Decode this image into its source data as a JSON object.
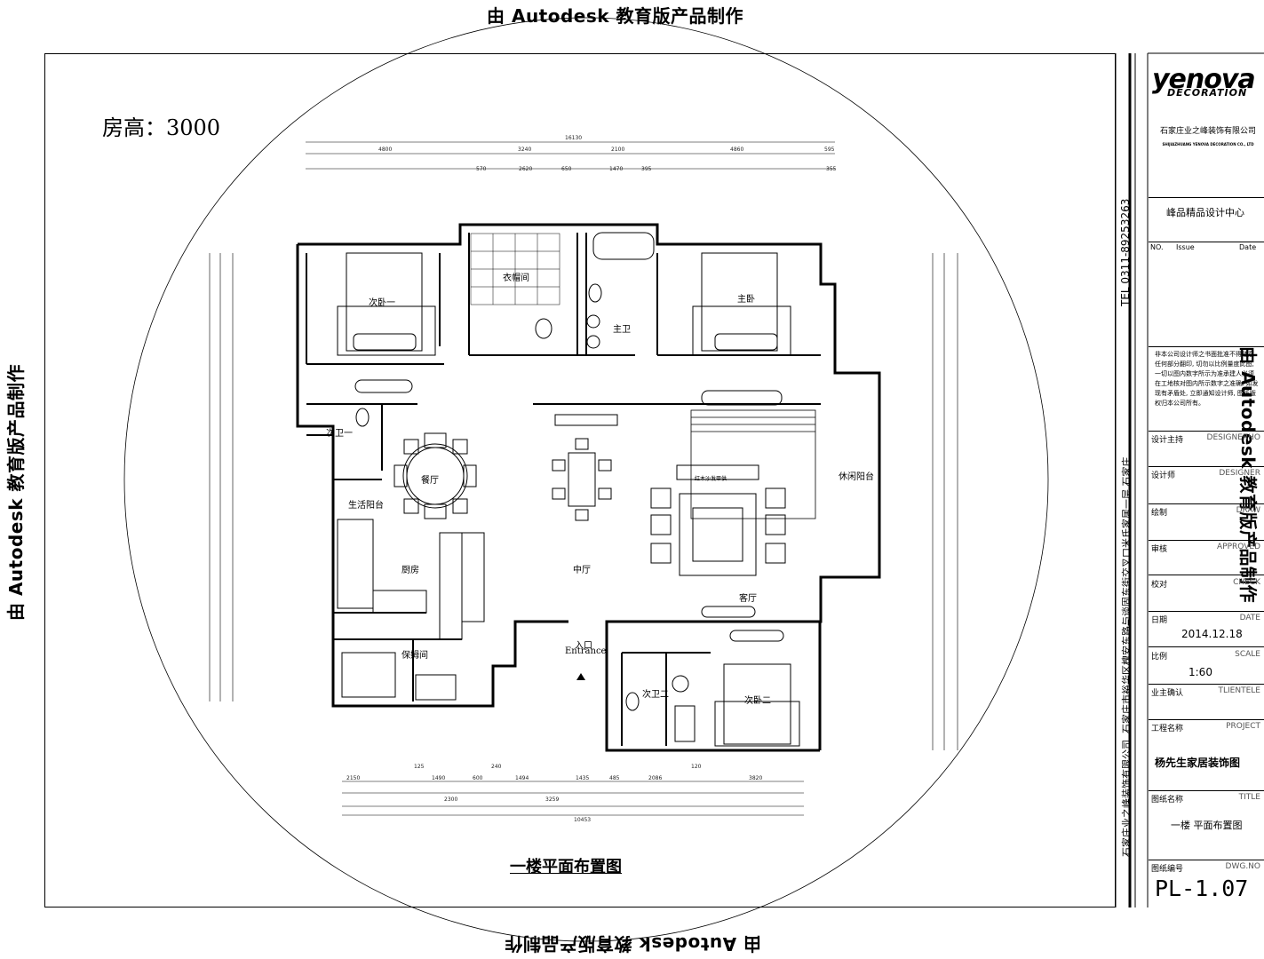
{
  "watermark": "由 Autodesk 教育版产品制作",
  "room_height": "房高：3000",
  "plan_title": "一楼平面布置图",
  "rooms": {
    "bedroom2": "次卧一",
    "cloakroom": "衣帽间",
    "master_bath": "主卫",
    "master_bedroom": "主卧",
    "bath1": "次卫一",
    "dining": "餐厅",
    "living_balcony": "生活阳台",
    "kitchen": "厨房",
    "hall": "中厅",
    "living": "客厅",
    "leisure_balcony": "休闲阳台",
    "storage": "保姆间",
    "bath2": "次卫二",
    "bedroom3": "次卧二",
    "entrance_cn": "入口",
    "entrance_en": "Entrance",
    "sofa": "红木沙发甲供"
  },
  "dims_top": [
    "16130",
    "4800",
    "3240",
    "2100",
    "4860",
    "595",
    "355",
    "570",
    "2620",
    "650",
    "1470",
    "395"
  ],
  "dims_bottom": [
    "2150",
    "1490",
    "600",
    "1494",
    "1435",
    "485",
    "2086",
    "3820",
    "2300",
    "3259",
    "10453",
    "125",
    "240",
    "120"
  ],
  "title_block": {
    "logo": "yenova",
    "logo_sub": "DECORATION",
    "company": "石家庄业之峰装饰有限公司",
    "company_en": "SHIJIAZHUANG YENOVA DECORATION CO., LTD",
    "design_center": "峰品精品设计中心",
    "issue_head": [
      "NO.",
      "Issue",
      "Date"
    ],
    "notice": "非本公司设计师之书面批准不得随意任何部分翻印, 切勿以比例量度此图, 一切以图内数字所示为准承建人必须在工地核对图内所示数字之准确, 如发现有矛盾处, 立即通知设计师, 图纸版权归本公司所有。",
    "rows": [
      {
        "cn": "设计主持",
        "en": "DESIGNERHO",
        "value": ""
      },
      {
        "cn": "设计师",
        "en": "DESIGNER",
        "value": ""
      },
      {
        "cn": "绘制",
        "en": "DRAW",
        "value": ""
      },
      {
        "cn": "审核",
        "en": "APPROVED",
        "value": ""
      },
      {
        "cn": "校对",
        "en": "CHECK",
        "value": ""
      },
      {
        "cn": "日期",
        "en": "DATE",
        "value": "2014.12.18"
      },
      {
        "cn": "比例",
        "en": "SCALE",
        "value": "1:60"
      },
      {
        "cn": "业主确认",
        "en": "TLIENTELE",
        "value": ""
      },
      {
        "cn": "工程名称",
        "en": "PROJECT",
        "value": "杨先生家居装饰图"
      },
      {
        "cn": "图纸名称",
        "en": "TITLE",
        "value": "一楼 平面布置图"
      },
      {
        "cn": "图纸编号",
        "en": "DWG.NO",
        "value": "PL-1.07"
      }
    ],
    "tel": "TEL 0311-89253263",
    "address": "石家庄业之峰装饰有限公司. 石家庄市裕华区槐安东路与谈固东街交叉口米氏家居一层 石家庄"
  }
}
